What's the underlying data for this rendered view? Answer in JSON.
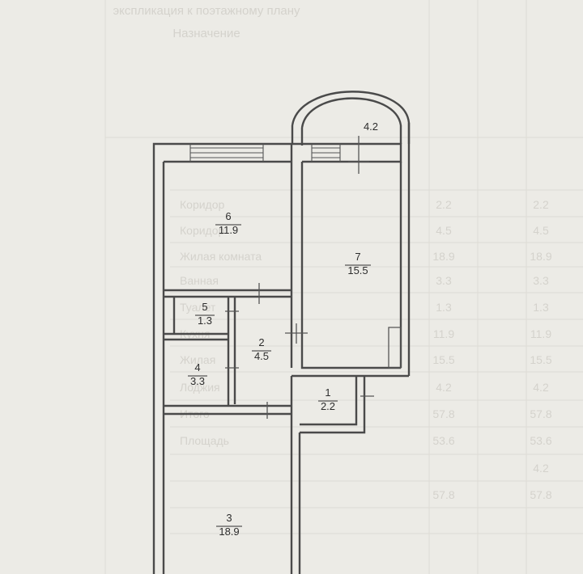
{
  "background_text": {
    "header_line1": "экспликация к поэтажному плану",
    "header_line2": "Назначение",
    "table_rows": [
      {
        "name": "Коридор",
        "area": "2.2",
        "area2": "2.2"
      },
      {
        "name": "Коридор",
        "area": "4.5",
        "area2": "4.5"
      },
      {
        "name": "Жилая комната",
        "area": "18.9",
        "area2": "18.9"
      },
      {
        "name": "Ванная",
        "area": "3.3",
        "area2": "3.3"
      },
      {
        "name": "Туалет",
        "area": "1.3",
        "area2": "1.3"
      },
      {
        "name": "Кухня",
        "area": "11.9",
        "area2": "11.9"
      },
      {
        "name": "Жилая",
        "area": "15.5",
        "area2": "15.5"
      },
      {
        "name": "Лоджия",
        "area": "4.2",
        "area2": "4.2"
      },
      {
        "name": "Итого",
        "area": "57.8",
        "area2": "57.8"
      },
      {
        "name": "Площадь",
        "area": "53.6",
        "area2": "53.6"
      },
      {
        "name": "",
        "area": "",
        "area2": "4.2"
      },
      {
        "name": "",
        "area": "57.8",
        "area2": "57.8"
      }
    ]
  },
  "rooms": [
    {
      "id": "1",
      "area": "2.2"
    },
    {
      "id": "2",
      "area": "4.5"
    },
    {
      "id": "3",
      "area": "18.9"
    },
    {
      "id": "4",
      "area": "3.3"
    },
    {
      "id": "5",
      "area": "1.3"
    },
    {
      "id": "6",
      "area": "11.9"
    },
    {
      "id": "7",
      "area": "15.5"
    }
  ],
  "balcony": {
    "area": "4.2"
  }
}
